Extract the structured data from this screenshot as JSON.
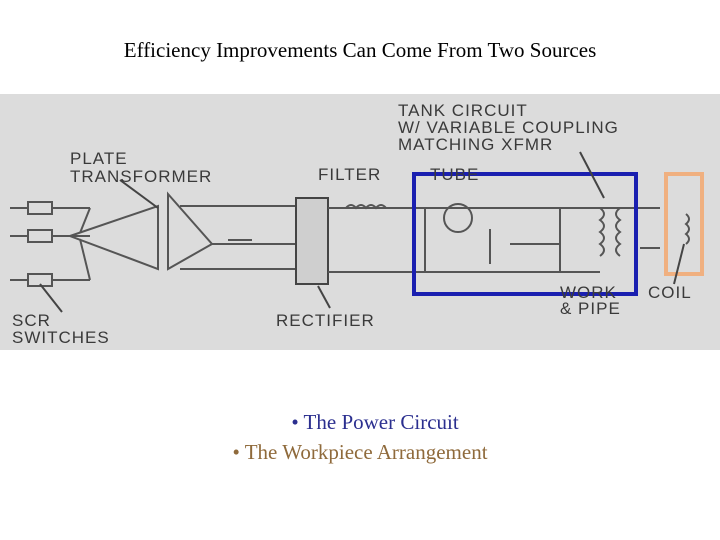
{
  "title": "Efficiency Improvements Can Come From Two Sources",
  "diagram": {
    "labels": {
      "plate_transformer_1": "PLATE",
      "plate_transformer_2": "TRANSFORMER",
      "filter": "FILTER",
      "tube": "TUBE",
      "tank_1": "TANK CIRCUIT",
      "tank_2": "W/ VARIABLE COUPLING",
      "tank_3": "MATCHING XFMR",
      "scr_1": "SCR",
      "scr_2": "SWITCHES",
      "rectifier": "RECTIFIER",
      "work_1": "WORK",
      "work_2": "& PIPE",
      "coil": "COIL"
    },
    "highlight_colors": {
      "power_circuit_box": "#1a1fb0",
      "workpiece_box": "#f0b080"
    }
  },
  "bullets": [
    {
      "text": "The Power Circuit",
      "color": "#2b2f8f"
    },
    {
      "text": "The Workpiece Arrangement",
      "color": "#8f6a3b"
    }
  ]
}
